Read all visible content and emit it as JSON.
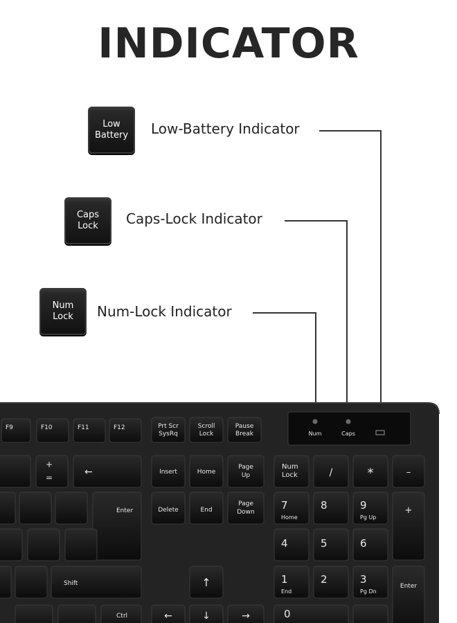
{
  "title": "INDICATOR",
  "indicators": [
    {
      "key_lines": [
        "Low",
        "Battery"
      ],
      "label": "Low-Battery Indicator"
    },
    {
      "key_lines": [
        "Caps",
        "Lock"
      ],
      "label": "Caps-Lock Indicator"
    },
    {
      "key_lines": [
        "Num",
        "Lock"
      ],
      "label": "Num-Lock Indicator"
    }
  ],
  "led_panel": {
    "num": "Num",
    "caps": "Caps"
  },
  "keys": {
    "f9": "F9",
    "f10": "F10",
    "f11": "F11",
    "f12": "F12",
    "prtscr_1": "Prt Scr",
    "prtscr_2": "SysRq",
    "scroll_1": "Scroll",
    "scroll_2": "Lock",
    "pause_1": "Pause",
    "pause_2": "Break",
    "insert": "Insert",
    "home": "Home",
    "pageup_1": "Page",
    "pageup_2": "Up",
    "delete": "Delete",
    "end": "End",
    "pagedown_1": "Page",
    "pagedown_2": "Down",
    "numlock_1": "Num",
    "numlock_2": "Lock",
    "slash": "/",
    "star": "*",
    "minus": "–",
    "plus": "+",
    "n7": "7",
    "n7_sub": "Home",
    "n8": "8",
    "n9": "9",
    "n9_sub": "Pg Up",
    "n4": "4",
    "n5": "5",
    "n6": "6",
    "n1": "1",
    "n1_sub": "End",
    "n2": "2",
    "n3": "3",
    "n3_sub": "Pg Dn",
    "n0": "0",
    "enter_num": "Enter",
    "enter": "Enter",
    "shift": "Shift",
    "ctrl": "Ctrl",
    "plus_main": "+",
    "equals_main": "=",
    "backspace_arrow": "←",
    "up_arrow": "↑",
    "left_arrow": "←",
    "down_arrow": "↓",
    "right_arrow": "→"
  },
  "colors": {
    "keyboard_body": "#232323",
    "key_face": "#121212",
    "background": "#ffffff",
    "title_text": "#262626"
  }
}
